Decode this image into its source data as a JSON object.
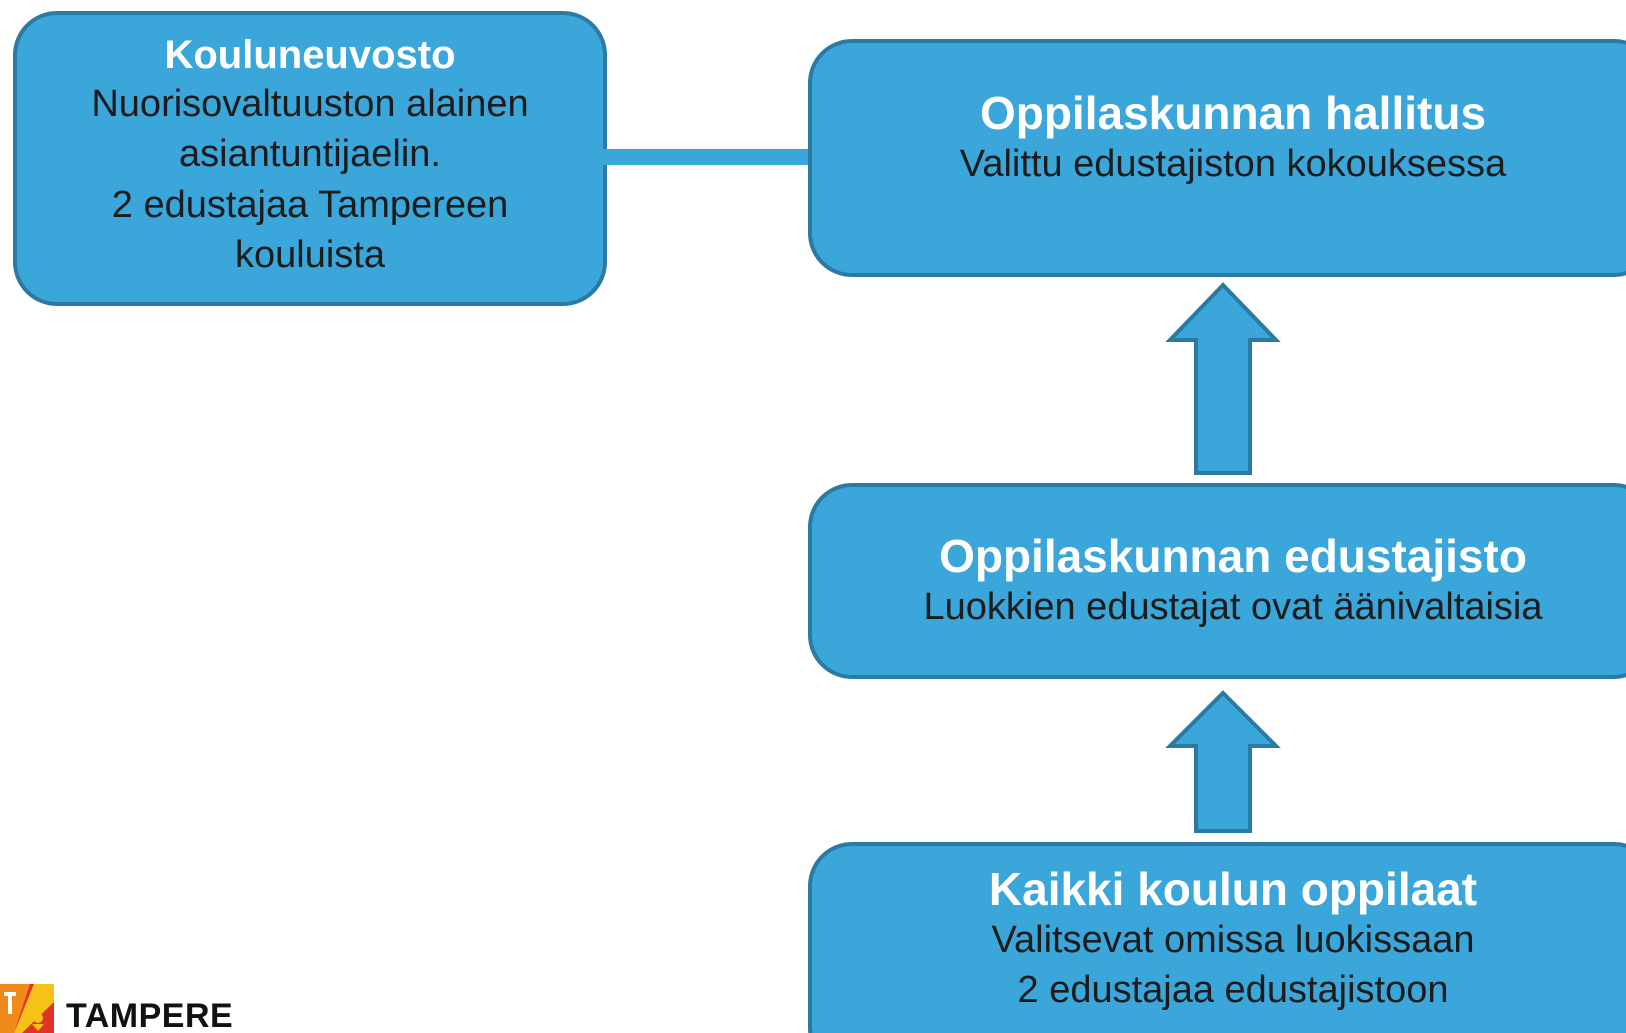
{
  "diagram": {
    "kouluneuvosto": {
      "title": "Kouluneuvosto",
      "lines": [
        "Nuorisovaltuuston alainen",
        "asiantuntijaelin.",
        "2 edustajaa Tampereen",
        "kouluista"
      ]
    },
    "hallitus": {
      "title": "Oppilaskunnan hallitus",
      "lines": [
        "Valittu edustajiston kokouksessa"
      ]
    },
    "edustajisto": {
      "title": "Oppilaskunnan edustajisto",
      "lines": [
        "Luokkien edustajat ovat äänivaltaisia"
      ]
    },
    "oppilaat": {
      "title": "Kaikki koulun oppilaat",
      "lines": [
        "Valitsevat omissa luokissaan",
        "2 edustajaa edustajistoon"
      ]
    }
  },
  "logo": {
    "text": "TAMPERE"
  },
  "colors": {
    "box_fill": "#3aa6d9",
    "box_border": "#2a7aa3",
    "title_text": "#ffffff",
    "body_text": "#1c1c1c",
    "logo_orange": "#f08a1c",
    "logo_red": "#e3322b",
    "logo_yellow": "#f6c21a"
  },
  "icons": {
    "arrow": "up-arrow-icon",
    "logo": "tampere-coat-of-arms-icon"
  }
}
